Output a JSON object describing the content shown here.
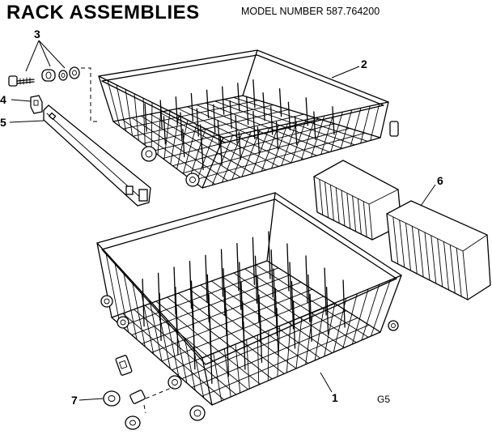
{
  "header": {
    "title": "RACK ASSEMBLIES",
    "model": "MODEL NUMBER 587.764200"
  },
  "callouts": {
    "c1": "1",
    "c2": "2",
    "c3": "3",
    "c4": "4",
    "c5": "5",
    "c6": "6",
    "c7": "7"
  },
  "figure_code": "G5"
}
